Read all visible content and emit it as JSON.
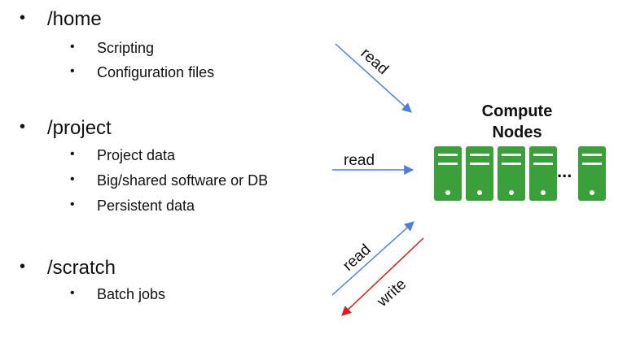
{
  "storage": [
    {
      "path": "/home",
      "items": [
        "Scripting",
        "Configuration files"
      ]
    },
    {
      "path": "/project",
      "items": [
        "Project data",
        "Big/shared software or DB",
        "Persistent data"
      ]
    },
    {
      "path": "/scratch",
      "items": [
        "Batch jobs"
      ]
    }
  ],
  "compute": {
    "title_line1": "Compute",
    "title_line2": "Nodes",
    "ellipsis": "..."
  },
  "arrows": {
    "home_label": "read",
    "project_label": "read",
    "scratch_read_label": "read",
    "scratch_write_label": "write"
  },
  "colors": {
    "read_arrow": "#4a7fe0",
    "write_arrow": "#e01a1a",
    "server": "#3aa03a"
  }
}
